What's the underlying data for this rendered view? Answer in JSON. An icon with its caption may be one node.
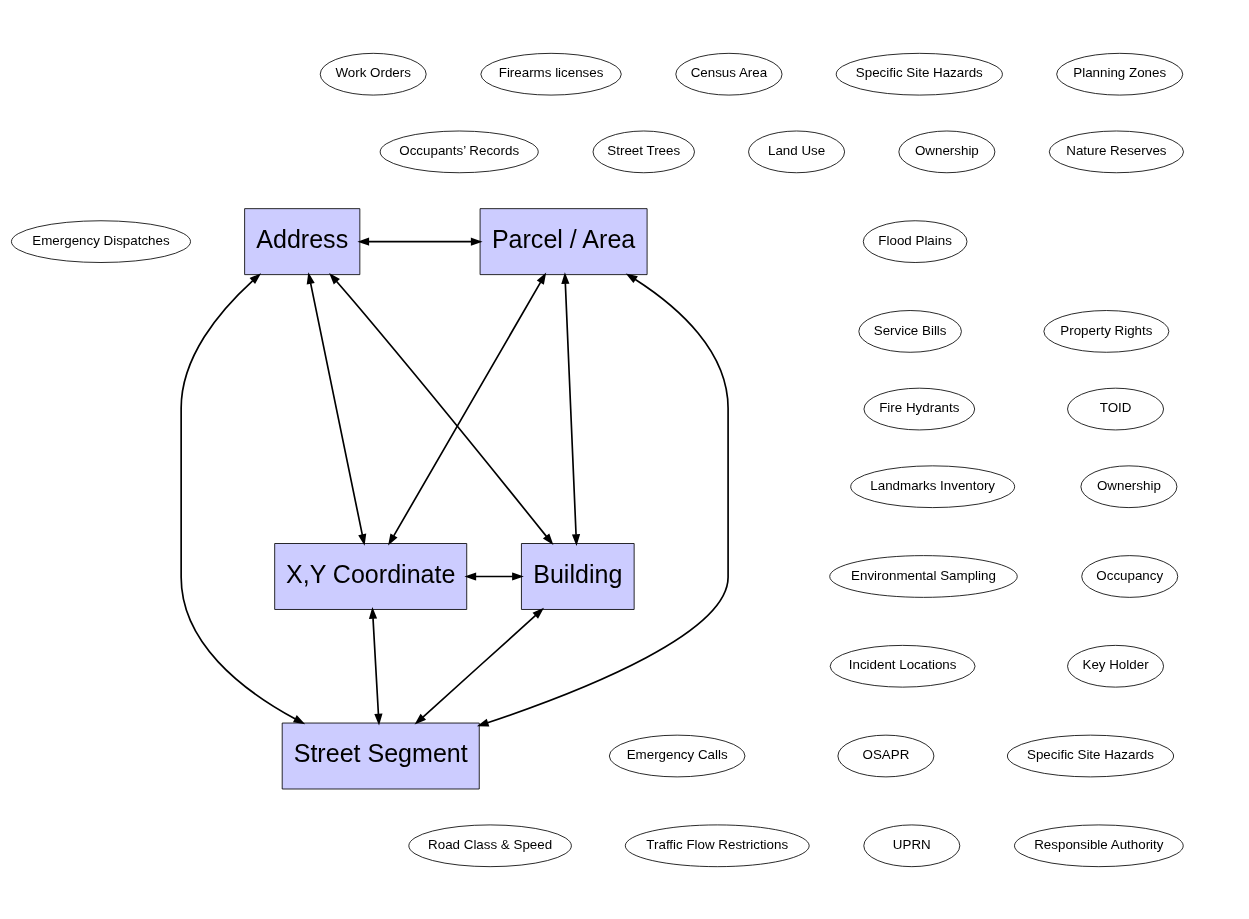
{
  "diagram": {
    "nodes": [
      {
        "text": [
          "Work Orders"
        ]
      },
      {
        "text": [
          "Firearms licenses"
        ]
      },
      {
        "text": [
          "Census Area"
        ]
      },
      {
        "text": [
          "Specific Site Hazards"
        ]
      },
      {
        "text": [
          "Planning Zones"
        ]
      },
      {
        "text": [
          "Occupants’ Records"
        ]
      },
      {
        "text": [
          "Street Trees"
        ]
      },
      {
        "text": [
          "Land Use"
        ]
      },
      {
        "text": [
          "Ownership"
        ]
      },
      {
        "text": [
          "Nature Reserves"
        ]
      },
      {
        "text": [
          "Emergency Dispatches"
        ]
      },
      {
        "text": [
          "Address"
        ]
      },
      {
        "text": [
          "Parcel / Area"
        ]
      },
      {
        "text": [
          "Flood Plains"
        ]
      },
      {
        "text": [
          "Service Bills"
        ]
      },
      {
        "text": [
          "Property Rights"
        ]
      },
      {
        "text": [
          "Fire Hydrants"
        ]
      },
      {
        "text": [
          "TOID"
        ]
      },
      {
        "text": [
          "Landmarks Inventory"
        ]
      },
      {
        "text": [
          "Ownership"
        ]
      },
      {
        "text": [
          "X,Y Coordinate"
        ]
      },
      {
        "text": [
          "Building"
        ]
      },
      {
        "text": [
          "Environmental Sampling"
        ]
      },
      {
        "text": [
          "Occupancy"
        ]
      },
      {
        "text": [
          "Incident Locations"
        ]
      },
      {
        "text": [
          "Key Holder"
        ]
      },
      {
        "text": [
          "Emergency Calls"
        ]
      },
      {
        "text": [
          "Street Segment"
        ]
      },
      {
        "text": [
          "OSAPR"
        ]
      },
      {
        "text": [
          "Specific Site Hazards"
        ]
      },
      {
        "text": [
          "Road Class & Speed"
        ]
      },
      {
        "text": [
          "Traffic Flow Restrictions"
        ]
      },
      {
        "text": [
          "UPRN"
        ]
      },
      {
        "text": [
          "Responsible Authority"
        ]
      }
    ],
    "edges": [
      {
        "from": 11,
        "to": 12,
        "arrow": "both"
      },
      {
        "from": 11,
        "to": 20,
        "arrow": "both"
      },
      {
        "from": 11,
        "to": 27,
        "arrow": "both"
      },
      {
        "from": 11,
        "to": 21,
        "arrow": "both"
      },
      {
        "from": 12,
        "to": 20,
        "arrow": "both"
      },
      {
        "from": 12,
        "to": 27,
        "arrow": "both"
      },
      {
        "from": 12,
        "to": 21,
        "arrow": "both"
      },
      {
        "from": 20,
        "to": 21,
        "arrow": "both"
      },
      {
        "from": 20,
        "to": 27,
        "arrow": "both"
      },
      {
        "from": 21,
        "to": 27,
        "arrow": "both"
      }
    ]
  }
}
